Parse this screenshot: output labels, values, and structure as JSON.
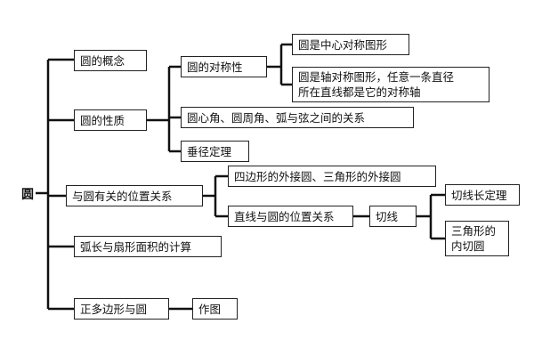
{
  "root": "圆",
  "nodes": {
    "concept": "圆的概念",
    "properties": "圆的性质",
    "symmetry": "圆的对称性",
    "central_symmetry": "圆是中心对称图形",
    "axial_symmetry_line1": "圆是轴对称图形，任意一条直径",
    "axial_symmetry_line2": "所在直线都是它的对称轴",
    "angles_chords": "圆心角、圆周角、弧与弦之间的关系",
    "perpendicular_diameter": "垂径定理",
    "position": "与圆有关的位置关系",
    "circumscribed": "四边形的外接圆、三角形的外接圆",
    "line_circle": "直线与圆的位置关系",
    "tangent": "切线",
    "tangent_length": "切线长定理",
    "incircle_line1": "三角形的",
    "incircle_line2": "内切圆",
    "arc_sector": "弧长与扇形面积的计算",
    "polygon": "正多边形与圆",
    "construction": "作图"
  }
}
